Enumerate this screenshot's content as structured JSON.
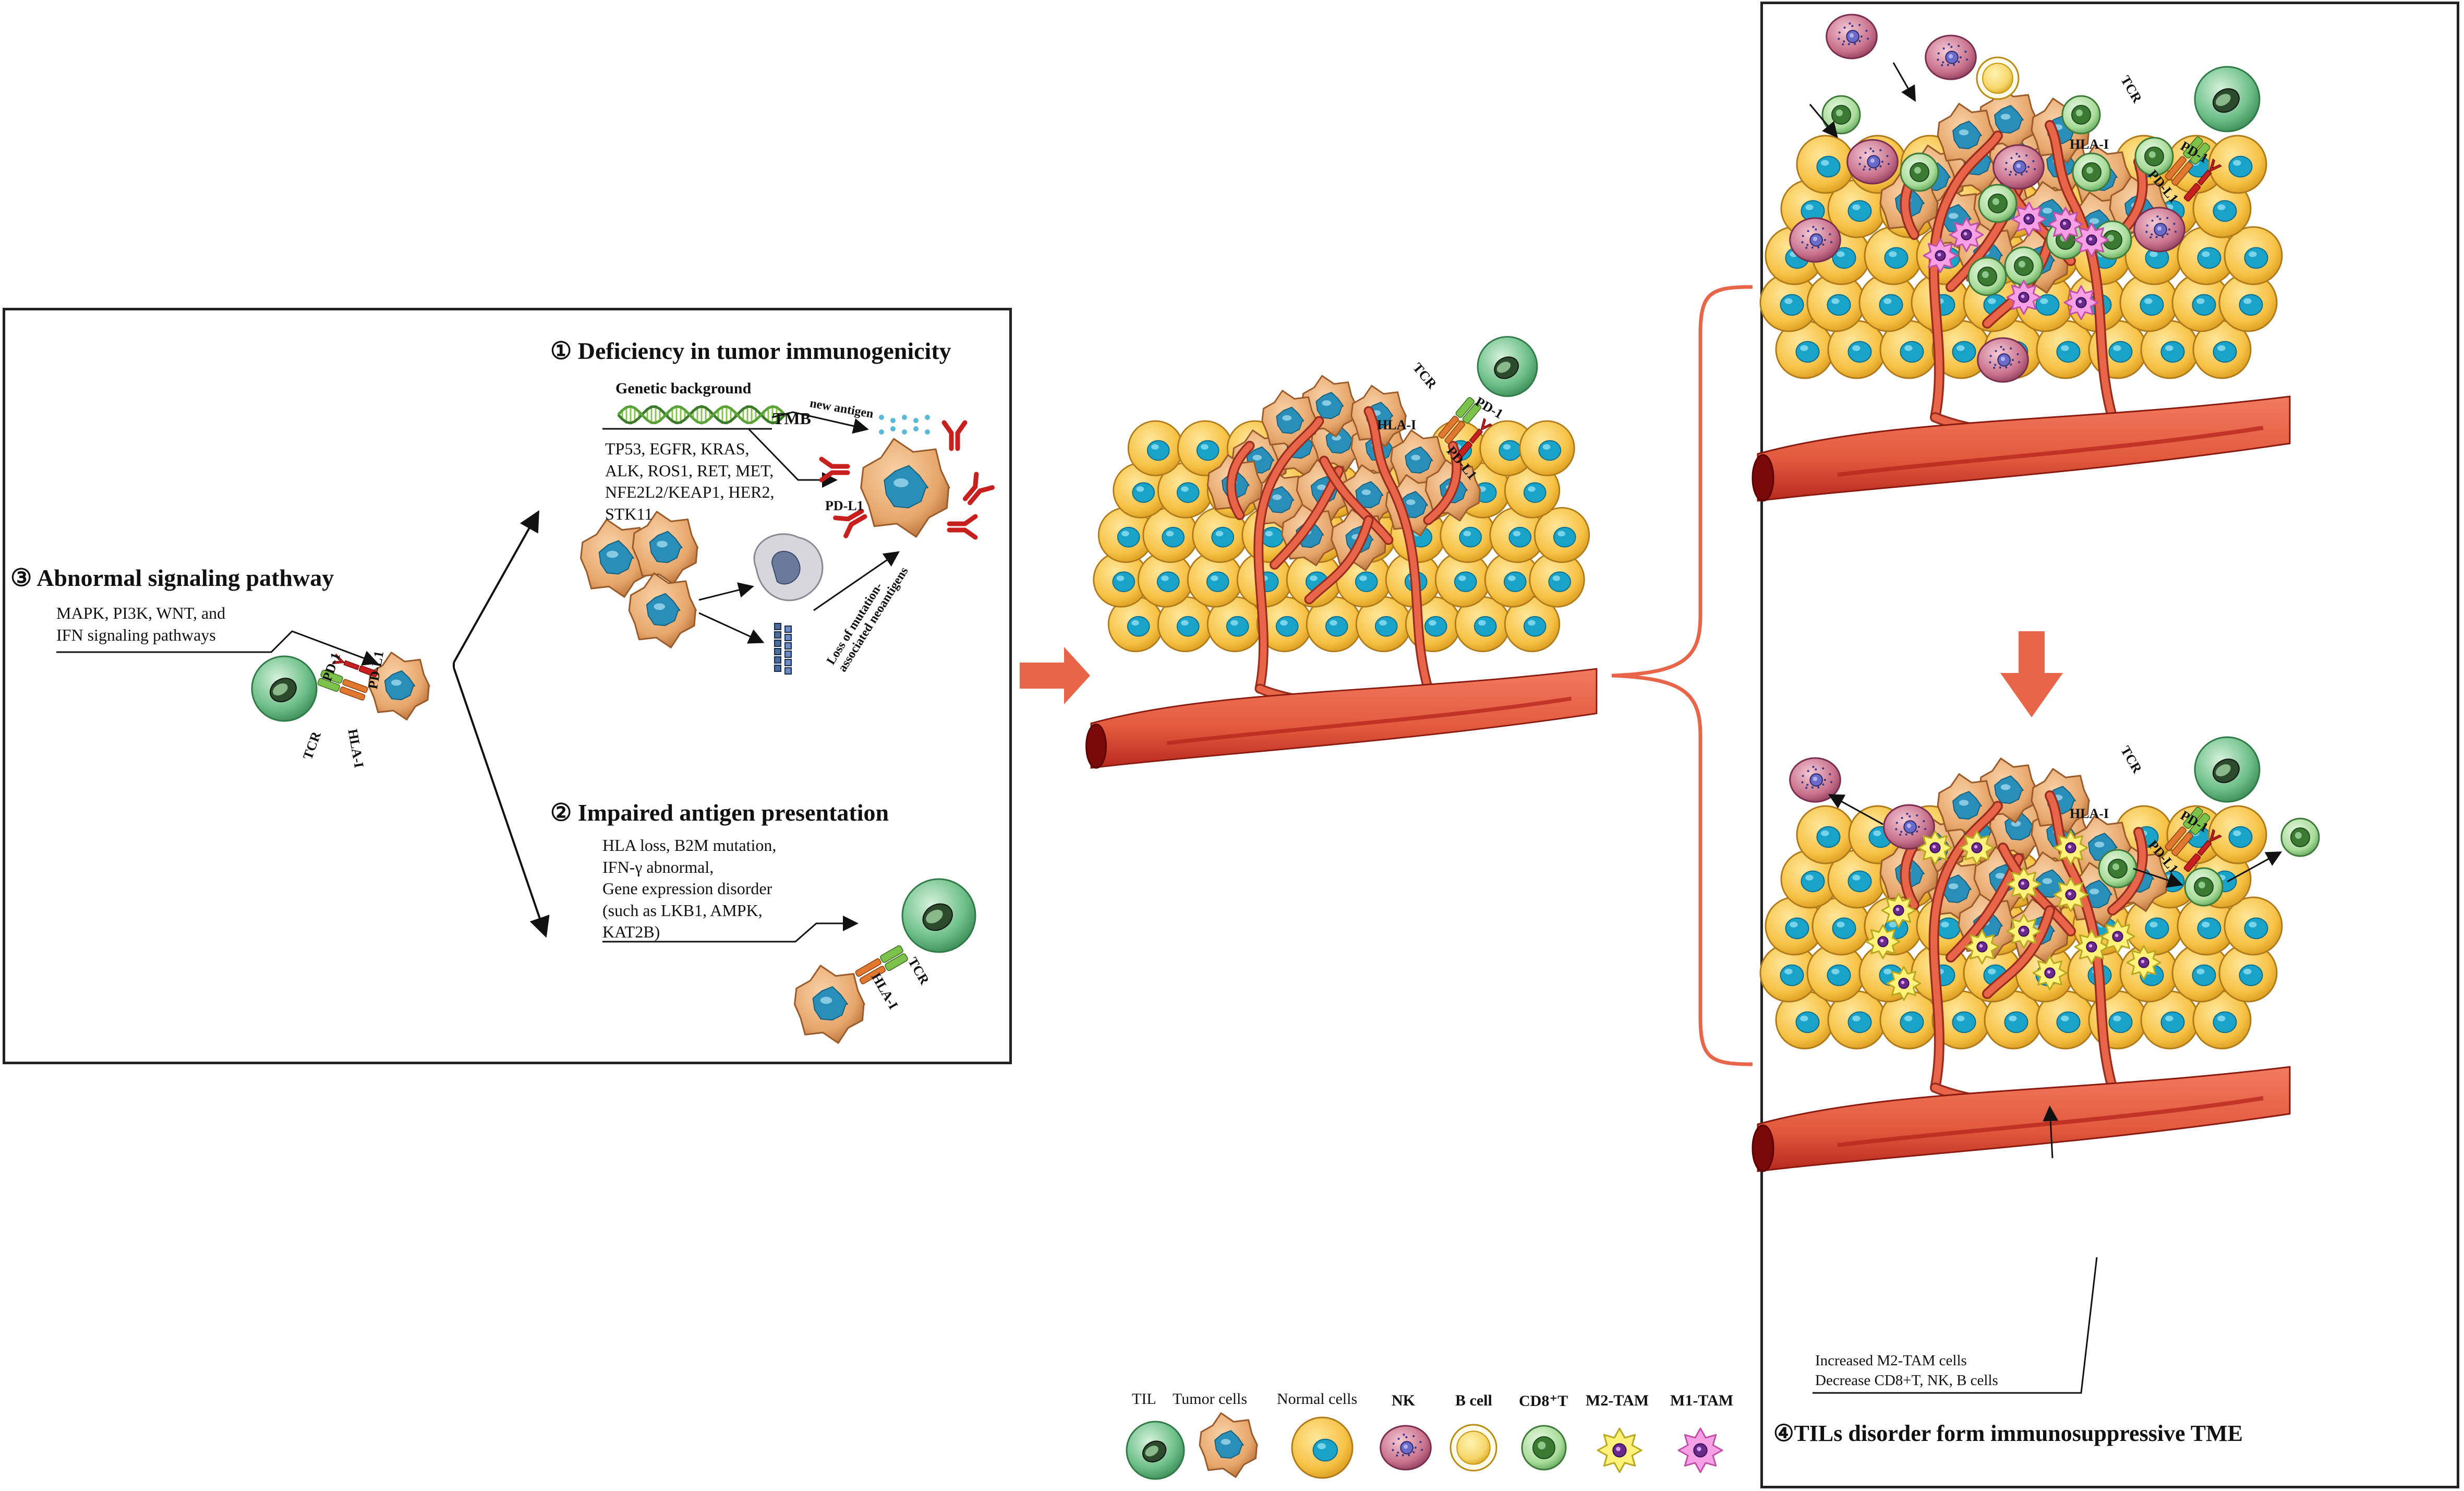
{
  "panels": {
    "deficiency": {
      "title": "① Deficiency in tumor immunogenicity",
      "genetic_background": "Genetic background",
      "tmb": "TMB",
      "new_antigen": "new antigen",
      "genes": "TP53,   EGFR,   KRAS,\nALK, ROS1, RET, MET,\nNFE2L2/KEAP1, HER2,\nSTK11",
      "pd_l1": "PD-L1",
      "loss_label": "Loss of mutation-\nassociated neoantigens"
    },
    "signaling": {
      "title": "③  Abnormal signaling pathway",
      "text": "MAPK,  PI3K,  WNT,  and\nIFN signaling pathways",
      "pd1": "PD-1",
      "pd_l1": "PD-L1",
      "tcr": "TCR",
      "hla": "HLA-I"
    },
    "antigen": {
      "title": "②  Impaired antigen presentation",
      "text": "HLA loss, B2M mutation,\nIFN-γ abnormal,\nGene   expression   disorder\n(such  as  LKB1,  AMPK,\nKAT2B)",
      "tcr": "TCR",
      "hla": "HLA-I"
    },
    "center": {
      "tcr": "TCR",
      "hla": "HLA-I",
      "pd1": "PD-1",
      "pd_l1": "PD-L1"
    },
    "tme": {
      "title": "④TILs disorder form immunosuppressive TME",
      "note": "Increased M2-TAM cells\nDecrease  CD8+T, NK, B cells",
      "tcr": "TCR",
      "hla": "HLA-I",
      "pd1": "PD-1",
      "pd_l1": "PD-L1"
    }
  },
  "legend": {
    "items": [
      {
        "label": "TIL",
        "bold": false
      },
      {
        "label": "Tumor cells",
        "bold": false
      },
      {
        "label": "Normal cells",
        "bold": false
      },
      {
        "label": "NK",
        "bold": true
      },
      {
        "label": "B cell",
        "bold": true
      },
      {
        "label": "CD8⁺T",
        "bold": true
      },
      {
        "label": "M2-TAM",
        "bold": true
      },
      {
        "label": "M1-TAM",
        "bold": true
      }
    ]
  },
  "colors": {
    "normal_cell": "#f6c245",
    "normal_nucleus": "#1aa3c9",
    "tumor_cell": "#e6a66a",
    "tumor_nucleus": "#2a8fb8",
    "vessel": "#e8654a",
    "vessel_dark": "#b8281e",
    "arrow": "#e8654a",
    "til": "#6fc08a",
    "nk": "#c8708a",
    "b_cell": "#f2b820",
    "cd8": "#8fd08a",
    "m2": "#fff27a",
    "m1": "#f7a0e6",
    "receptor_red": "#c8201e",
    "receptor_orange": "#e07830",
    "receptor_green": "#7bc24a"
  },
  "icons": [
    "dna-icon",
    "til-cell-icon",
    "tumor-cell-icon",
    "normal-cell-icon",
    "nk-cell-icon",
    "b-cell-icon",
    "cd8-t-cell-icon",
    "m2-tam-icon",
    "m1-tam-icon",
    "blood-vessel-icon",
    "block-arrow-icon",
    "curly-brace-icon"
  ]
}
